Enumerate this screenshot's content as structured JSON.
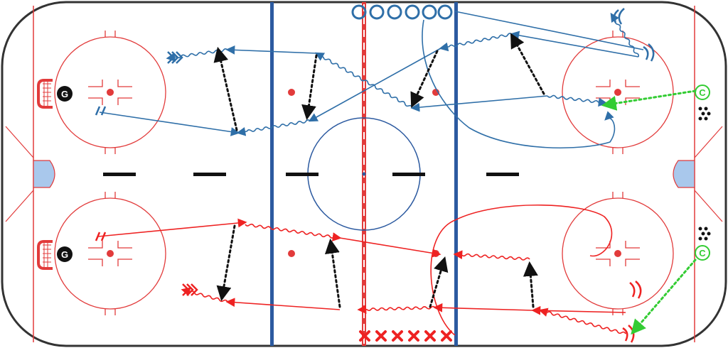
{
  "rink": {
    "colors": {
      "boards": "#333333",
      "red_line": "#e23b3b",
      "blue_line": "#2c5aa0",
      "ice": "#ffffff",
      "crease": "#a9c8ec",
      "blue_team": "#2f6fa8",
      "red_team": "#ee2222",
      "coach": "#33cc33",
      "pass": "#111111",
      "goalie": "#111111"
    }
  },
  "markers": {
    "goalie_top": "G",
    "goalie_bottom": "G",
    "coach_top": "C",
    "coach_bottom": "C"
  },
  "drill": {
    "top_group": {
      "color": "blue",
      "players_in_line": 6,
      "line_icon": "circle"
    },
    "bottom_group": {
      "color": "red",
      "players_in_line": 6,
      "line_icon": "x"
    },
    "puck_piles": 2,
    "icons": [
      "circle-player-icon",
      "x-player-icon",
      "goalie-icon",
      "coach-icon",
      "puck-pile-icon",
      "net-icon"
    ]
  }
}
